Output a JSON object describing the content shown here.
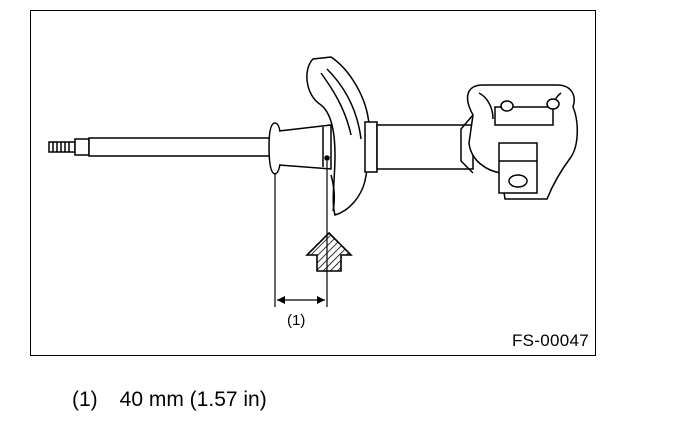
{
  "figure": {
    "code": "FS-00047",
    "callout": "(1)"
  },
  "legend": [
    {
      "key": "(1)",
      "value": "40 mm (1.57 in)"
    }
  ],
  "colors": {
    "line": "#000000",
    "background": "#ffffff"
  },
  "icons": {
    "direction_marker": "hatched-up-arrow-icon"
  }
}
